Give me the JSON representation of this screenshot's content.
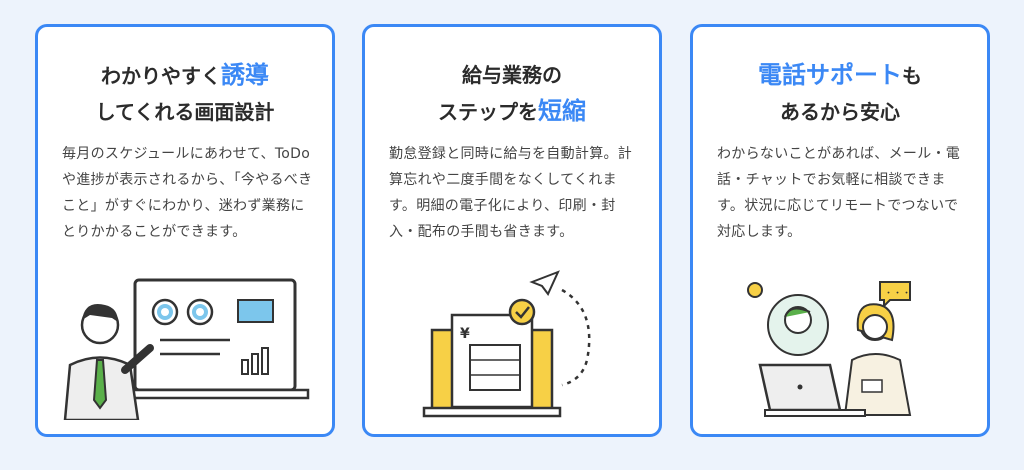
{
  "cards": [
    {
      "title_pre": "わかりやすく",
      "title_highlight": "誘導",
      "title_post": "",
      "title_line2": "してくれる画面設計",
      "body": "毎月のスケジュールにあわせて、ToDoや進捗が表示されるから、「今やるべきこと」がすぐにわかり、迷わず業務にとりかかることができます。"
    },
    {
      "title_pre": "給与業務の",
      "title_highlight": "",
      "title_post": "",
      "title_line2_pre": "ステップを",
      "title_line2_highlight": "短縮",
      "body": "勤怠登録と同時に給与を自動計算。計算忘れや二度手間をなくしてくれます。明細の電子化により、印刷・封入・配布の手間も省きます。",
      "yen": "¥"
    },
    {
      "title_highlight": "電話サポート",
      "title_post": "も",
      "title_line2": "あるから安心",
      "body": "わからないことがあれば、メール・電話・チャットでお気軽に相談できます。状況に応じてリモートでつないで対応します。",
      "bubble": "・・・"
    }
  ],
  "colors": {
    "accent": "#3b88f5",
    "yellow": "#f7d046",
    "green": "#5ab04a",
    "lightblue": "#7cc6ec"
  }
}
